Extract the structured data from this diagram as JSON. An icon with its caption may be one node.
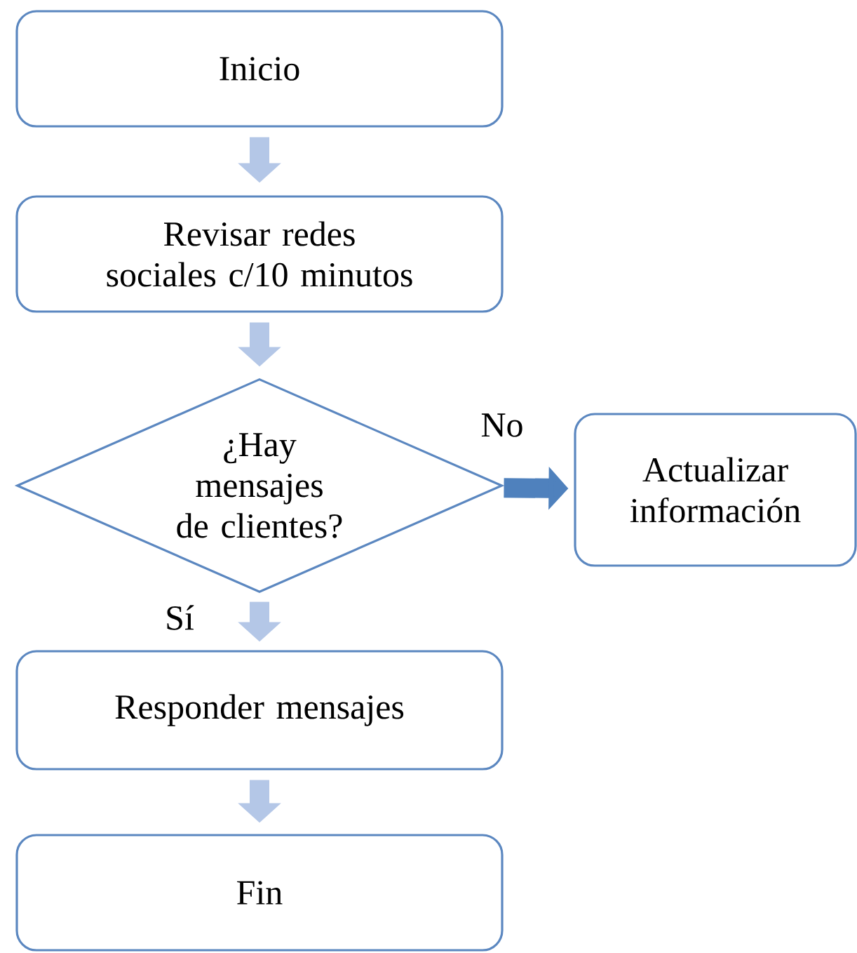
{
  "diagram": {
    "nodes": [
      {
        "text": [
          "Inicio"
        ]
      },
      {
        "text": [
          "Revisar redes sociales c/10 minutos"
        ]
      },
      {
        "text": [
          "¿Hay mensajes de clientes?"
        ]
      },
      {
        "text": [
          "Actualizar información"
        ]
      },
      {
        "text": [
          "Responder mensajes"
        ]
      },
      {
        "text": [
          "Fin"
        ]
      }
    ],
    "edges": [
      {
        "from": 0,
        "to": 1,
        "arrow": "to"
      },
      {
        "from": 1,
        "to": 2,
        "arrow": "to"
      },
      {
        "from": 2,
        "to": 3,
        "arrow": "to",
        "label": "No",
        "color": "#4f81bd"
      },
      {
        "from": 2,
        "to": 4,
        "arrow": "to",
        "label": "Sí"
      },
      {
        "from": 4,
        "to": 5,
        "arrow": "to"
      }
    ]
  }
}
